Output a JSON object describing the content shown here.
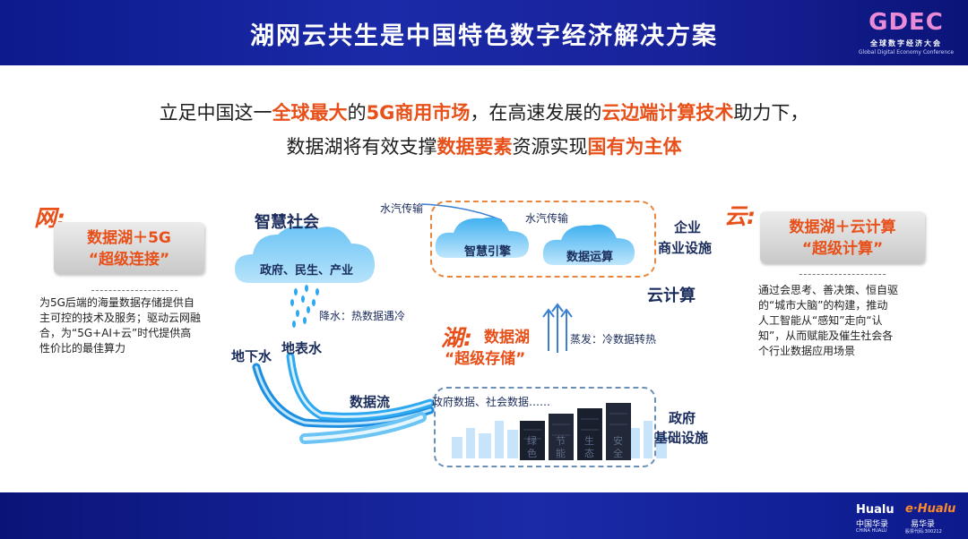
{
  "header": {
    "title": "湖网云共生是中国特色数字经济解决方案"
  },
  "gdec": {
    "logo": "GDEC",
    "cn": "全球数字经济大会",
    "en": "Global Digital Economy Conference"
  },
  "headline": {
    "line1": [
      {
        "t": "立足中国这一",
        "em": false
      },
      {
        "t": "全球最大",
        "em": true
      },
      {
        "t": "的",
        "em": false
      },
      {
        "t": "5G商用市场",
        "em": true
      },
      {
        "t": "，在高速发展的",
        "em": false
      },
      {
        "t": "云边端计算技术",
        "em": true
      },
      {
        "t": "助力下，",
        "em": false
      }
    ],
    "line2": [
      {
        "t": "数据湖将有效支撑",
        "em": false
      },
      {
        "t": "数据要素",
        "em": true
      },
      {
        "t": "资源实现",
        "em": false
      },
      {
        "t": "国有为主体",
        "em": true
      }
    ]
  },
  "net": {
    "char": "网:",
    "box": [
      "数据湖＋5G",
      "“超级连接”"
    ],
    "desc": [
      "为5G后端的海量数据存储提供自",
      "主可控的技术及服务；驱动云网融",
      "合，为“5G+AI+云”时代提供高",
      "性价比的最佳算力"
    ]
  },
  "cloud": {
    "char": "云:",
    "box": [
      "数据湖＋云计算",
      "“超级计算”"
    ],
    "desc": [
      "通过会思考、善决策、恒自驱",
      "的“城市大脑”的构建，推动",
      "人工智能从“感知”走向“认",
      "知”，从而赋能及催生社会各",
      "个行业数据应用场景"
    ]
  },
  "lake": {
    "char": "湖:",
    "title": "数据湖",
    "subtitle": "“超级存储”"
  },
  "diagram": {
    "smart_society": "智慧社会",
    "cloud_text": "政府、民生、产业",
    "rain": "降水：热数据遇冷",
    "groundwater": "地下水",
    "surface_water": "地表水",
    "data_flow": "数据流",
    "vapor_outer": "水汽传输",
    "vapor_inner": "水汽传输",
    "smart_engine": "智慧引擎",
    "data_ops": "数据运算",
    "enterprise": [
      "企业",
      "商业设施"
    ],
    "cloud_compute": "云计算",
    "evaporation": "蒸发：冷数据转热",
    "gov_data": "政府数据、社会数据……",
    "gov_infra": [
      "政府",
      "基础设施"
    ],
    "server_labels": [
      "绿",
      "色",
      "节",
      "能",
      "生",
      "态",
      "安",
      "全"
    ]
  },
  "footer": {
    "hualu": "Hualu",
    "hualu_cn": "中国华录",
    "hualu_en": "CHINA HUALU",
    "ehualu": "e·Hualu",
    "ehualu_cn": "易华录",
    "ehualu_code": "股票代码:300212"
  },
  "colors": {
    "accent": "#e8501a",
    "header": "#1b2aa8",
    "navy_text": "#1a2c5c",
    "water": "#2ea8f0"
  }
}
